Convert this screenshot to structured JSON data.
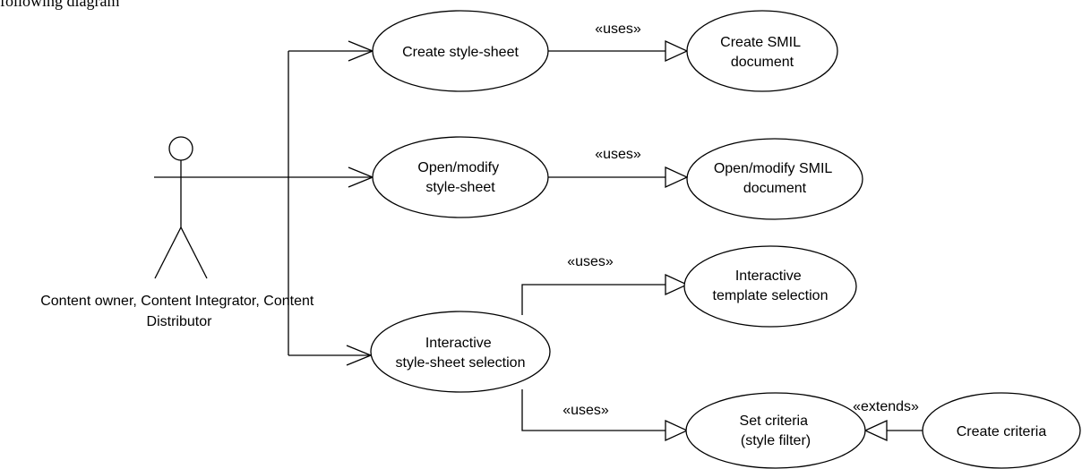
{
  "header_fragment": "following diagram",
  "actor": {
    "label_line1": "Content owner, Content Integrator, Content",
    "label_line2": "Distributor"
  },
  "use_cases": {
    "create_style_sheet": {
      "lines": [
        "Create style-sheet"
      ]
    },
    "create_smil_document": {
      "lines": [
        "Create SMIL",
        "document"
      ]
    },
    "open_modify_style_sheet": {
      "lines": [
        "Open/modify",
        "style-sheet"
      ]
    },
    "open_modify_smil_document": {
      "lines": [
        "Open/modify SMIL",
        "document"
      ]
    },
    "interactive_template_selection": {
      "lines": [
        "Interactive",
        "template selection"
      ]
    },
    "interactive_style_sheet_selection": {
      "lines": [
        "Interactive",
        "style-sheet selection"
      ]
    },
    "set_criteria": {
      "lines": [
        "Set criteria",
        "(style filter)"
      ]
    },
    "create_criteria": {
      "lines": [
        "Create criteria"
      ]
    }
  },
  "relations": {
    "uses": "«uses»",
    "extends": "«extends»"
  }
}
